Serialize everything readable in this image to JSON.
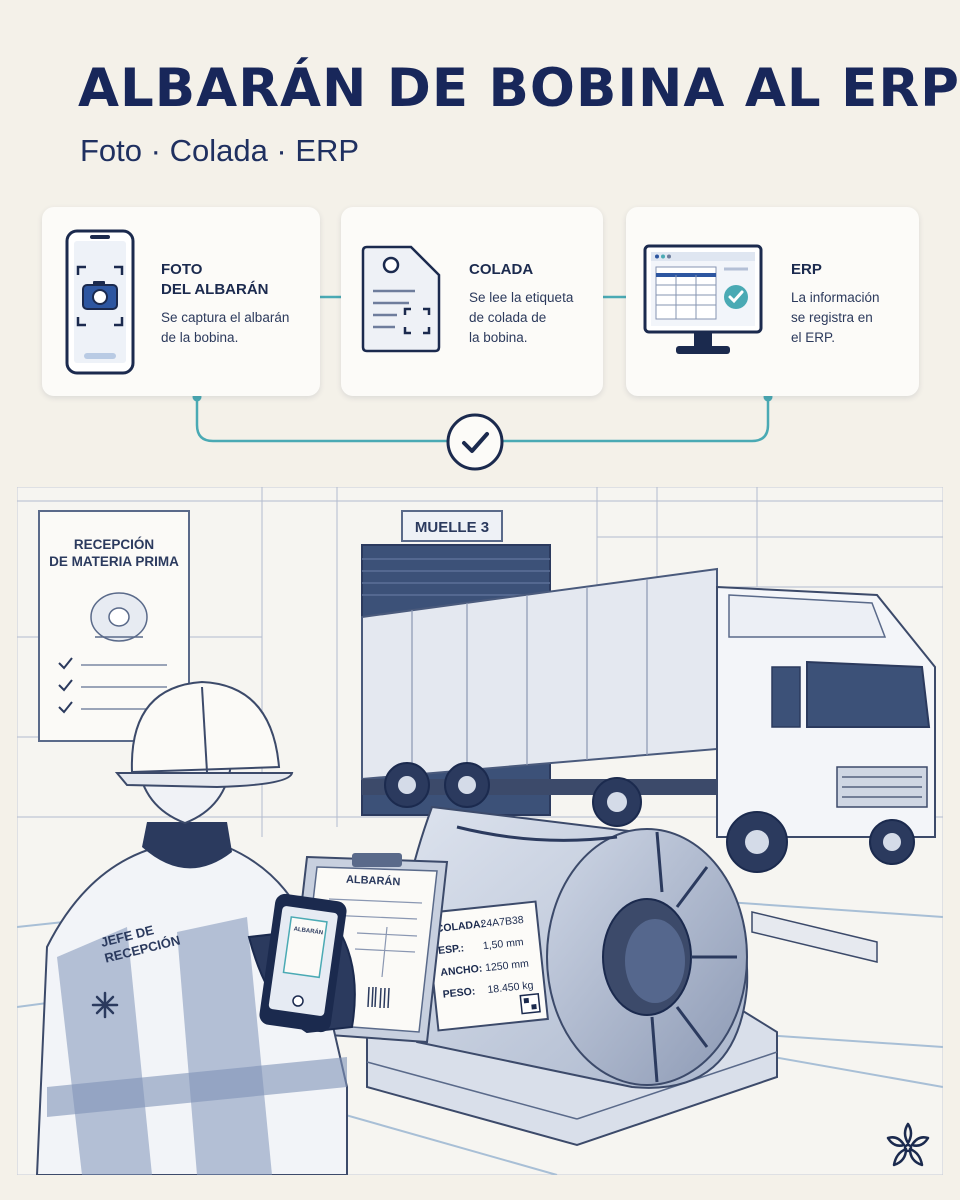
{
  "header": {
    "title": "ALBARÁN DE BOBINA AL ERP",
    "subtitle": "Foto · Colada · ERP"
  },
  "steps": [
    {
      "icon": "smartphone-camera-icon",
      "title": "FOTO\nDEL ALBARÁN",
      "description": "Se captura el albarán\nde la bobina."
    },
    {
      "icon": "tag-scan-icon",
      "title": "COLADA",
      "description": "Se lee la etiqueta\nde colada de\nla bobina."
    },
    {
      "icon": "monitor-check-icon",
      "title": "ERP",
      "description": "La información\nse registra en\nel ERP."
    }
  ],
  "flow": {
    "icon": "checkmark-icon"
  },
  "scene": {
    "wall_sign": "RECEPCIÓN\nDE MATERIA PRIMA",
    "dock_sign": "MUELLE 3",
    "worker_vest": "JEFE DE\nRECEPCIÓN",
    "clipboard_title": "ALBARÁN",
    "phone_screen_text": "ALBARÁN",
    "coil_label": {
      "colada_key": "COLADA:",
      "colada_value": "24A7B38",
      "esp_key": "ESP.:",
      "esp_value": "1,50 mm",
      "ancho_key": "ANCHO:",
      "ancho_value": "1250 mm",
      "peso_key": "PESO:",
      "peso_value": "18.450 kg"
    }
  },
  "colors": {
    "navy": "#1b2a4e",
    "teal": "#4aaab4",
    "background": "#f4f1e9",
    "card": "#fcfbf8",
    "sketch": "#5a6a8a"
  },
  "brand": {
    "icon": "flower-logo-icon"
  }
}
